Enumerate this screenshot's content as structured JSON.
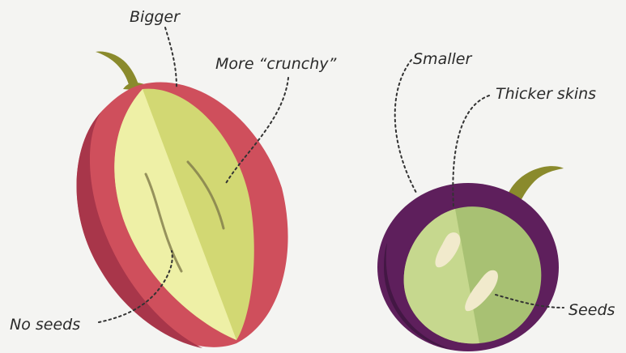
{
  "labels": {
    "bigger": "Bigger",
    "crunchy": "More “crunchy”",
    "no_seeds": "No seeds",
    "smaller": "Smaller",
    "thicker_skins": "Thicker skins",
    "seeds": "Seeds"
  },
  "colors": {
    "background": "#f4f4f2",
    "table_grape_skin": "#cf4f5c",
    "table_grape_skin_dark": "#a8364a",
    "table_grape_flesh_light": "#eef0a6",
    "table_grape_flesh_dark": "#d2d873",
    "wine_grape_skin": "#5e1f5c",
    "wine_grape_skin_dark": "#431744",
    "wine_grape_flesh_light": "#c6d88e",
    "wine_grape_flesh_dark": "#a8c173",
    "stem": "#8a8a2c",
    "text": "#2a2a2a"
  },
  "icons": {
    "table_grape": "seedless-table-grape-half-icon",
    "wine_grape": "seeded-wine-grape-half-icon"
  }
}
